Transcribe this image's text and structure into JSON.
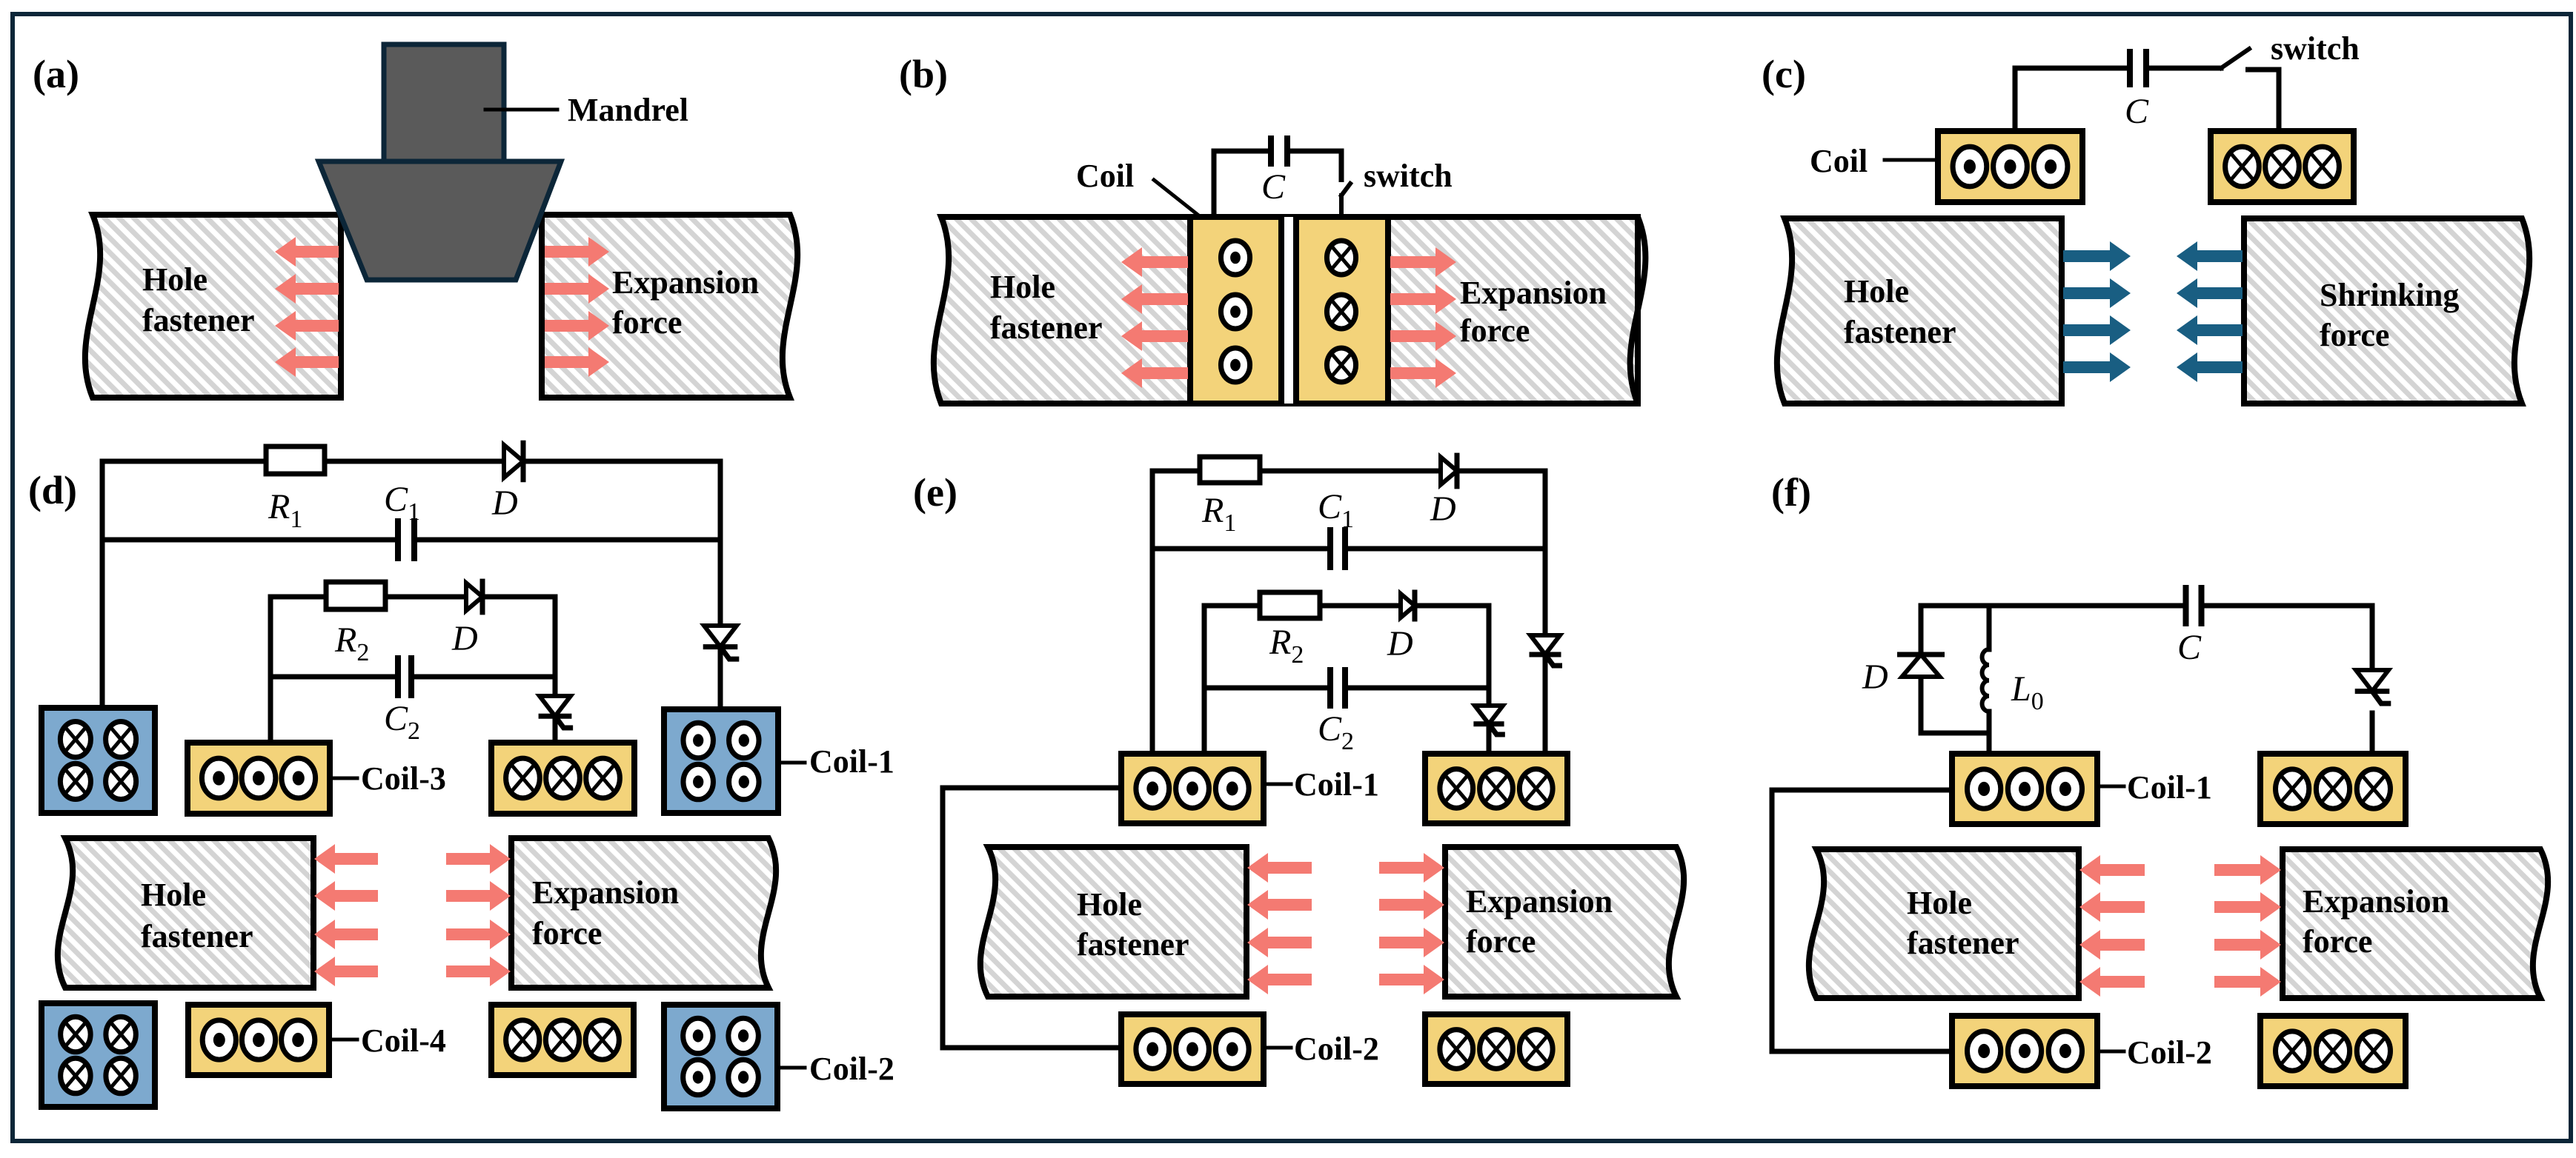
{
  "figure": {
    "description": "Schematic comparison of hole-fastener expansion methods (mandrel vs. electromagnetic coil circuits)",
    "colors": {
      "frame": "#0c2638",
      "coil_yellow": "#f3d37a",
      "coil_blue": "#7da9ce",
      "expansion_arrow": "#f47a72",
      "shrinking_arrow": "#195e82",
      "mandrel": "#5a5a5a",
      "hatch": "#d4d4d4"
    }
  },
  "panels": {
    "a": {
      "label": "(a)",
      "mandrel_label": "Mandrel",
      "left_text": [
        "Hole",
        "fastener"
      ],
      "right_text": [
        "Expansion",
        "force"
      ]
    },
    "b": {
      "label": "(b)",
      "coil_label": "Coil",
      "capacitor_label": "C",
      "switch_label": "switch",
      "left_text": [
        "Hole",
        "fastener"
      ],
      "right_text": [
        "Expansion",
        "force"
      ]
    },
    "c": {
      "label": "(c)",
      "coil_label": "Coil",
      "capacitor_label": "C",
      "switch_label": "switch",
      "left_text": [
        "Hole",
        "fastener"
      ],
      "right_text": [
        "Shrinking",
        "force"
      ]
    },
    "d": {
      "label": "(d)",
      "r1": {
        "main": "R",
        "sub": "1"
      },
      "c1": {
        "main": "C",
        "sub": "1"
      },
      "d1": "D",
      "r2": {
        "main": "R",
        "sub": "2"
      },
      "c2": {
        "main": "C",
        "sub": "2"
      },
      "d2": "D",
      "coil_labels": [
        "Coil-1",
        "Coil-2",
        "Coil-3",
        "Coil-4"
      ],
      "left_text": [
        "Hole",
        "fastener"
      ],
      "right_text": [
        "Expansion",
        "force"
      ]
    },
    "e": {
      "label": "(e)",
      "r1": {
        "main": "R",
        "sub": "1"
      },
      "c1": {
        "main": "C",
        "sub": "1"
      },
      "d1": "D",
      "r2": {
        "main": "R",
        "sub": "2"
      },
      "c2": {
        "main": "C",
        "sub": "2"
      },
      "d2": "D",
      "coil_labels": [
        "Coil-1",
        "Coil-2"
      ],
      "left_text": [
        "Hole",
        "fastener"
      ],
      "right_text": [
        "Expansion",
        "force"
      ]
    },
    "f": {
      "label": "(f)",
      "diode_label": "D",
      "inductor": {
        "main": "L",
        "sub": "0"
      },
      "capacitor_label": "C",
      "coil_labels": [
        "Coil-1",
        "Coil-2"
      ],
      "left_text": [
        "Hole",
        "fastener"
      ],
      "right_text": [
        "Expansion",
        "force"
      ]
    }
  }
}
